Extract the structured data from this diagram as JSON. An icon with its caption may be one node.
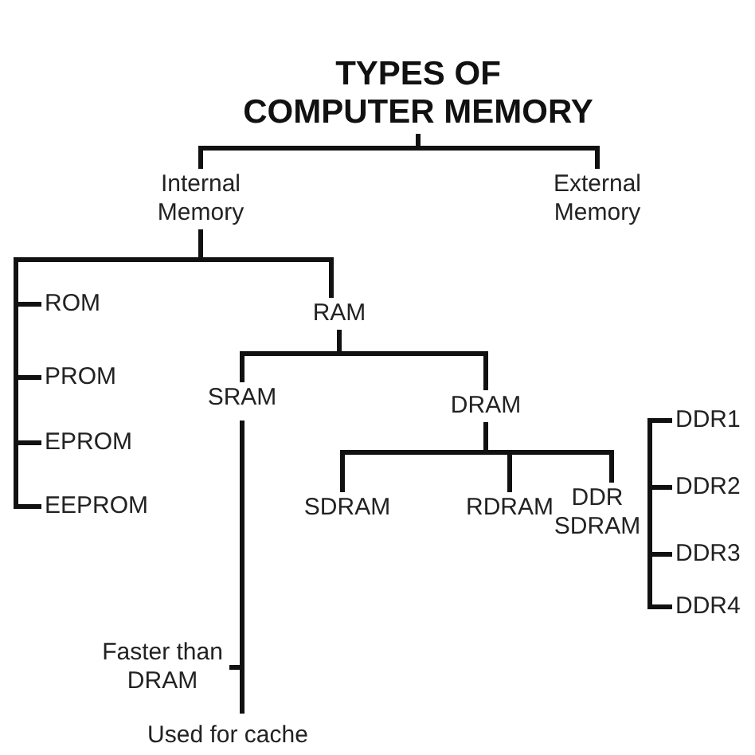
{
  "diagram": {
    "nodes": [
      {
        "text": [
          "TYPES OF COMPUTER MEMORY"
        ]
      },
      {
        "text": [
          "Internal Memory"
        ]
      },
      {
        "text": [
          "External Memory"
        ]
      },
      {
        "text": [
          "ROM"
        ]
      },
      {
        "text": [
          "PROM"
        ]
      },
      {
        "text": [
          "EPROM"
        ]
      },
      {
        "text": [
          "EEPROM"
        ]
      },
      {
        "text": [
          "RAM"
        ]
      },
      {
        "text": [
          "SRAM"
        ]
      },
      {
        "text": [
          "DRAM"
        ]
      },
      {
        "text": [
          "SDRAM"
        ]
      },
      {
        "text": [
          "RDRAM"
        ]
      },
      {
        "text": [
          "DDR SDRAM"
        ]
      },
      {
        "text": [
          "DDR1"
        ]
      },
      {
        "text": [
          "DDR2"
        ]
      },
      {
        "text": [
          "DDR3"
        ]
      },
      {
        "text": [
          "DDR4"
        ]
      },
      {
        "text": [
          "Faster than DRAM"
        ]
      },
      {
        "text": [
          "Used for cache"
        ]
      }
    ],
    "edges": [
      {
        "from": 0,
        "to": 1,
        "arrow": "none"
      },
      {
        "from": 0,
        "to": 2,
        "arrow": "none"
      },
      {
        "from": 1,
        "to": 3,
        "arrow": "none"
      },
      {
        "from": 1,
        "to": 4,
        "arrow": "none"
      },
      {
        "from": 1,
        "to": 5,
        "arrow": "none"
      },
      {
        "from": 1,
        "to": 6,
        "arrow": "none"
      },
      {
        "from": 1,
        "to": 7,
        "arrow": "none"
      },
      {
        "from": 7,
        "to": 8,
        "arrow": "none"
      },
      {
        "from": 7,
        "to": 9,
        "arrow": "none"
      },
      {
        "from": 9,
        "to": 10,
        "arrow": "none"
      },
      {
        "from": 9,
        "to": 11,
        "arrow": "none"
      },
      {
        "from": 9,
        "to": 12,
        "arrow": "none"
      },
      {
        "from": 12,
        "to": 13,
        "arrow": "none"
      },
      {
        "from": 12,
        "to": 14,
        "arrow": "none"
      },
      {
        "from": 12,
        "to": 15,
        "arrow": "none"
      },
      {
        "from": 12,
        "to": 16,
        "arrow": "none"
      },
      {
        "from": 8,
        "to": 17,
        "arrow": "none"
      },
      {
        "from": 8,
        "to": 18,
        "arrow": "none"
      }
    ]
  }
}
